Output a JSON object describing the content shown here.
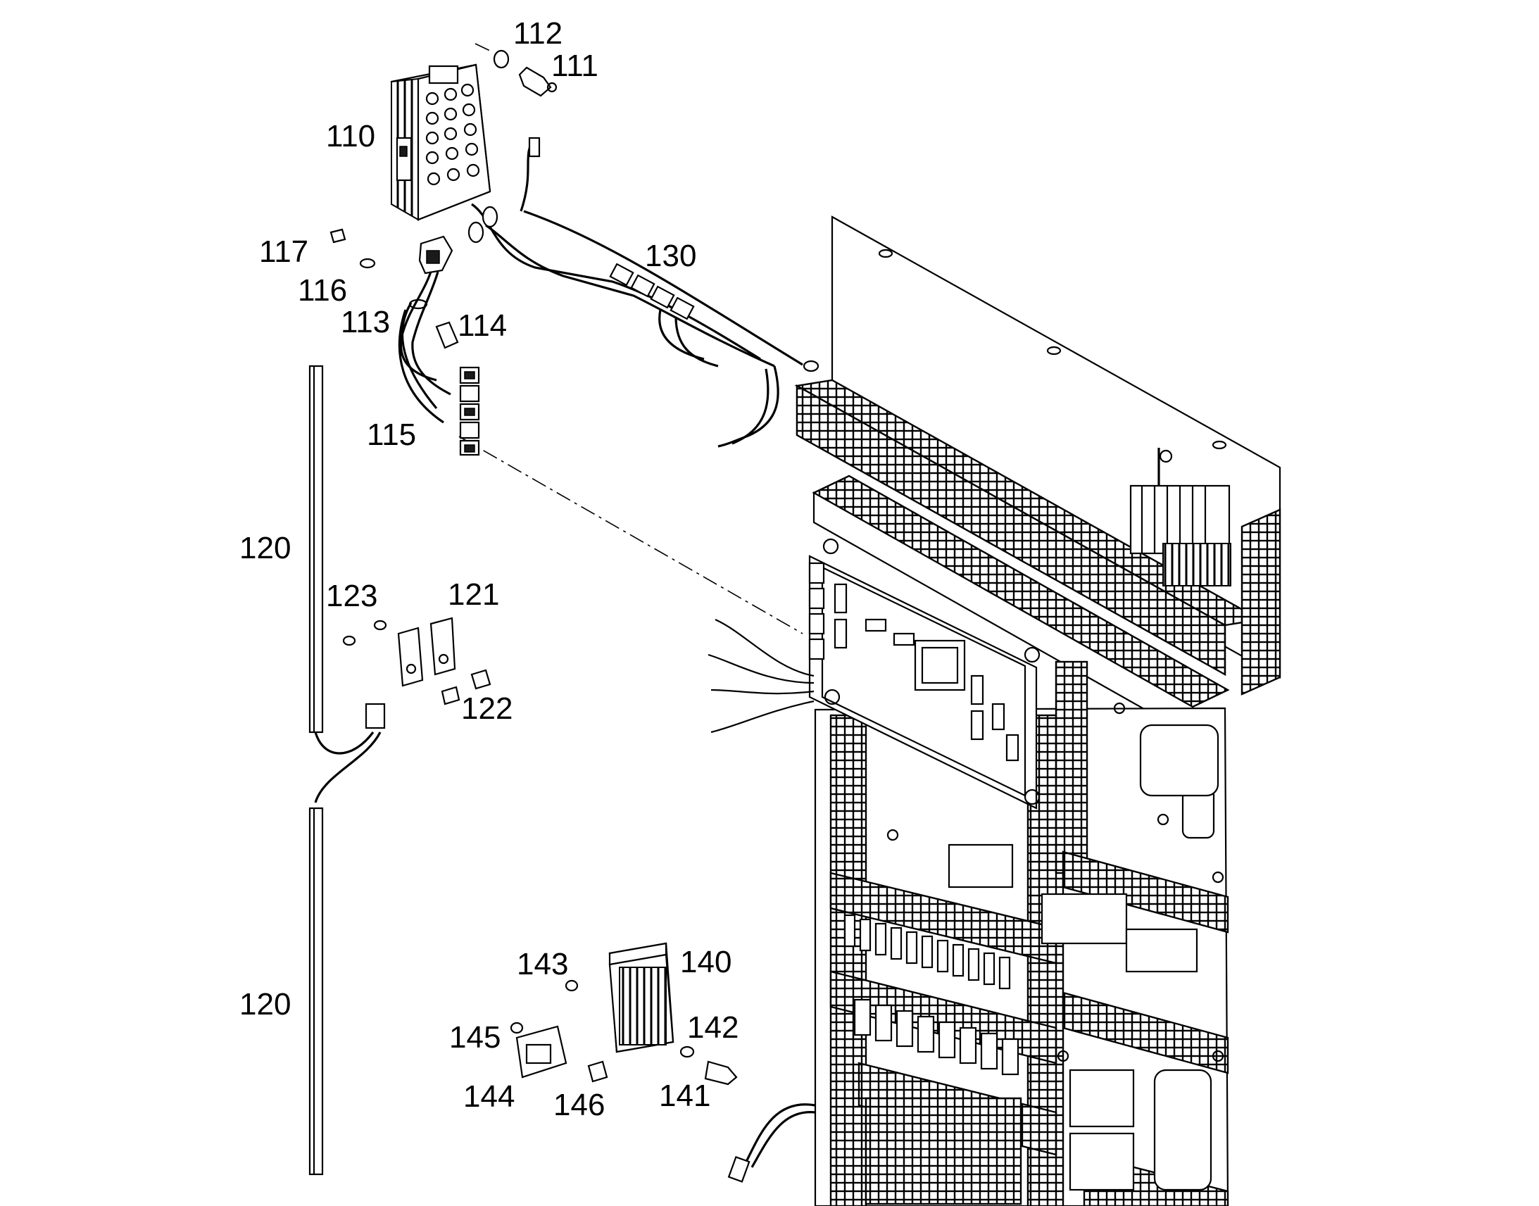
{
  "callouts": [
    {
      "label": "112"
    },
    {
      "label": "111"
    },
    {
      "label": "110"
    },
    {
      "label": "117"
    },
    {
      "label": "116"
    },
    {
      "label": "113"
    },
    {
      "label": "114"
    },
    {
      "label": "115"
    },
    {
      "label": "130"
    },
    {
      "label": "120"
    },
    {
      "label": "123"
    },
    {
      "label": "121"
    },
    {
      "label": "122"
    },
    {
      "label": "120"
    },
    {
      "label": "143"
    },
    {
      "label": "140"
    },
    {
      "label": "145"
    },
    {
      "label": "142"
    },
    {
      "label": "144"
    },
    {
      "label": "146"
    },
    {
      "label": "141"
    }
  ]
}
